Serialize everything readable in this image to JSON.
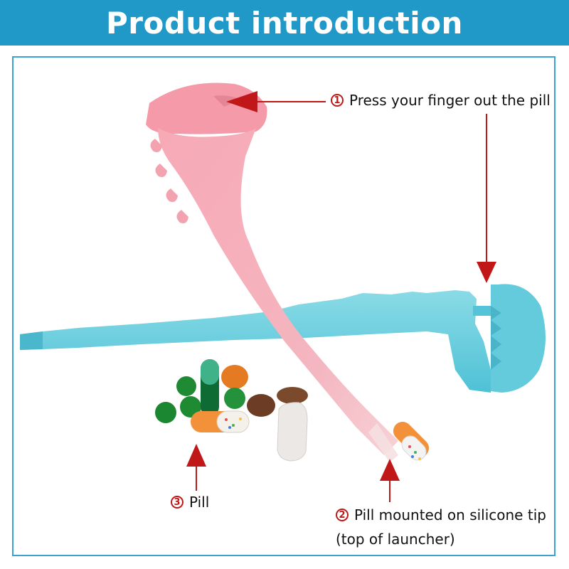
{
  "header": {
    "title": "Product introduction"
  },
  "callouts": [
    {
      "number": "1",
      "text": "Press your finger out the pill"
    },
    {
      "number": "2",
      "text": "Pill mounted on silicone tip"
    },
    {
      "number": "3",
      "text": "Pill"
    }
  ],
  "callout2_continuation": "(top of launcher)",
  "colors": {
    "header_bg": "#2098c8",
    "frame_border": "#3aa3d6",
    "arrow": "#c01818",
    "pink_launcher": "#f4a8b4",
    "blue_launcher": "#6fd0e0"
  },
  "icons": [
    "red-arrow-icon",
    "circled-number-icon"
  ]
}
